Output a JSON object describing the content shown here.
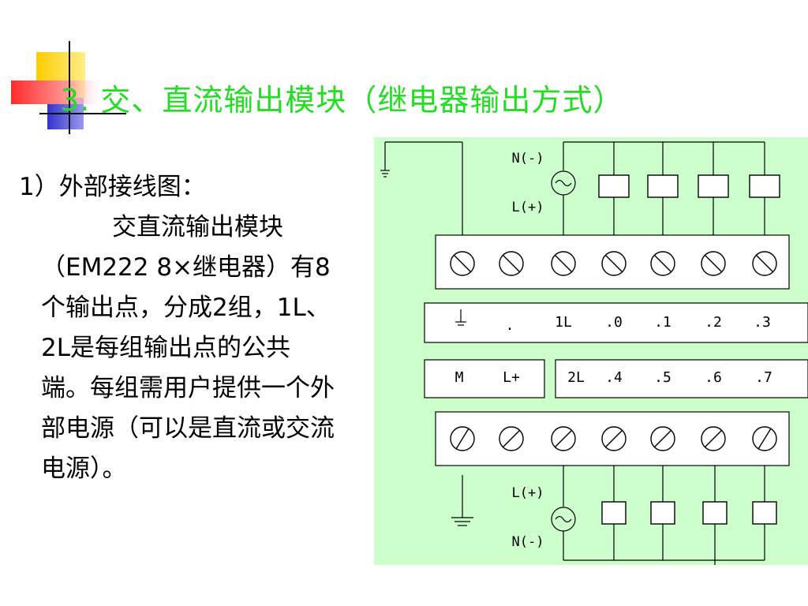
{
  "title": "3. 交、直流输出模块（继电器输出方式）",
  "sub_heading": "1）外部接线图：",
  "description": "交直流输出模块（EM222 8×继电器）有8个输出点，分成2组，1L、2L是每组输出点的公共端。每组需用户提供一个外部电源（可以是直流或交流电源）。",
  "diagram": {
    "top_supply": {
      "n": "N(-)",
      "l": "L(+)"
    },
    "bottom_supply": {
      "l": "L(+)",
      "n": "N(-)"
    },
    "row1": {
      "dot": ".",
      "c1": "1L",
      "o0": ".0",
      "o1": ".1",
      "o2": ".2",
      "o3": ".3"
    },
    "row2": {
      "m": "M",
      "lp": "L+",
      "c2": "2L",
      "o4": ".4",
      "o5": ".5",
      "o6": ".6",
      "o7": ".7"
    },
    "colors": {
      "background": "#ccffcc",
      "title": "#22dd22"
    }
  }
}
